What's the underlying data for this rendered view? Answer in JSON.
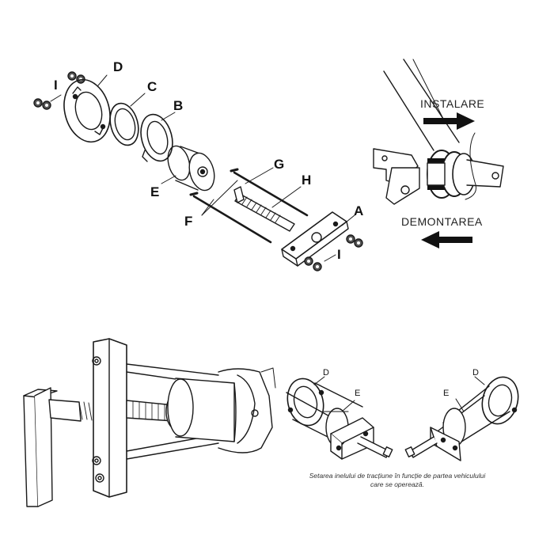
{
  "top_diagram": {
    "labels": {
      "a": "A",
      "b": "B",
      "c": "C",
      "d": "D",
      "e": "E",
      "f": "F",
      "g": "G",
      "h": "H",
      "i_left": "I",
      "i_right": "I"
    }
  },
  "direction_diagram": {
    "install_label": "INSTALARE",
    "remove_label": "DEMONTAREA"
  },
  "setup_diagram": {
    "left_labels": {
      "d": "D",
      "e": "E"
    },
    "right_labels": {
      "d": "D",
      "e": "E"
    },
    "caption_line1": "Setarea inelului de tracțiune în funcție de partea vehiculului",
    "caption_line2": "care se operează."
  }
}
